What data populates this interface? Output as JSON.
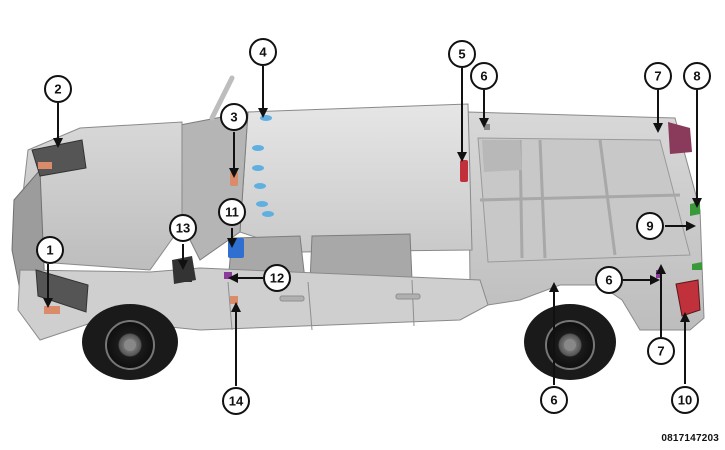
{
  "figure_id": "0817147203",
  "callouts": [
    {
      "label": "1"
    },
    {
      "label": "2"
    },
    {
      "label": "3"
    },
    {
      "label": "4"
    },
    {
      "label": "5"
    },
    {
      "label": "6"
    },
    {
      "label": "6"
    },
    {
      "label": "6"
    },
    {
      "label": "7"
    },
    {
      "label": "7"
    },
    {
      "label": "8"
    },
    {
      "label": "9"
    },
    {
      "label": "10"
    },
    {
      "label": "11"
    },
    {
      "label": "12"
    },
    {
      "label": "13"
    },
    {
      "label": "14"
    }
  ],
  "colors": {
    "body": "#d2d2d2",
    "body_dark": "#a9a9a9",
    "outline": "#8a8a8a",
    "tire": "#1c1c1c",
    "lamp_amber": "#d98b6a",
    "lamp_red": "#c0313b",
    "cab_light_blue": "#5fb0e0",
    "module_blue": "#2f6fd0",
    "connector_green": "#3a9a3a",
    "connector_purple": "#8a3a9a"
  }
}
